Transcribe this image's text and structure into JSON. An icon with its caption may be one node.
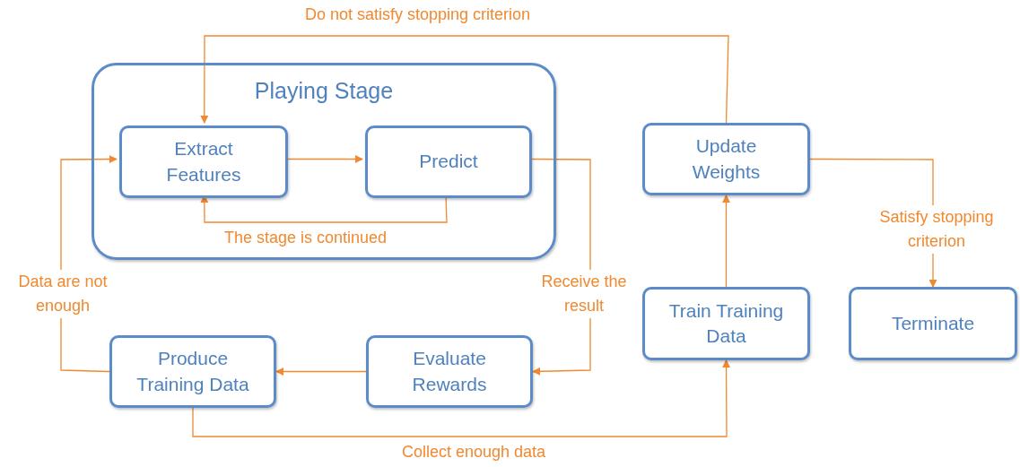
{
  "diagram": {
    "nodes": [
      {
        "text": [
          "Playing Stage"
        ]
      },
      {
        "text": [
          "Extract Features"
        ],
        "in": 0
      },
      {
        "text": [
          "Predict"
        ],
        "in": 0
      },
      {
        "text": [
          "Update Weights"
        ]
      },
      {
        "text": [
          "Train Training Data"
        ]
      },
      {
        "text": [
          "Terminate"
        ]
      },
      {
        "text": [
          "Produce Training Data"
        ]
      },
      {
        "text": [
          "Evaluate Rewards"
        ]
      }
    ],
    "edges": [
      {
        "from": 1,
        "to": 2,
        "arrow": "to"
      },
      {
        "from": 2,
        "to": 1,
        "arrow": "to",
        "label": "The stage is continued"
      },
      {
        "from": 3,
        "to": 1,
        "arrow": "to",
        "label": "Do not satisfy stopping criterion"
      },
      {
        "from": 2,
        "to": 7,
        "arrow": "to",
        "label": "Receive the result"
      },
      {
        "from": 7,
        "to": 6,
        "arrow": "to"
      },
      {
        "from": 6,
        "to": 1,
        "arrow": "to",
        "label": "Data are not enough"
      },
      {
        "from": 6,
        "to": 4,
        "arrow": "to",
        "label": "Collect enough data"
      },
      {
        "from": 4,
        "to": 3,
        "arrow": "to"
      },
      {
        "from": 3,
        "to": 5,
        "arrow": "to",
        "label": "Satisfy stopping criterion"
      }
    ]
  }
}
